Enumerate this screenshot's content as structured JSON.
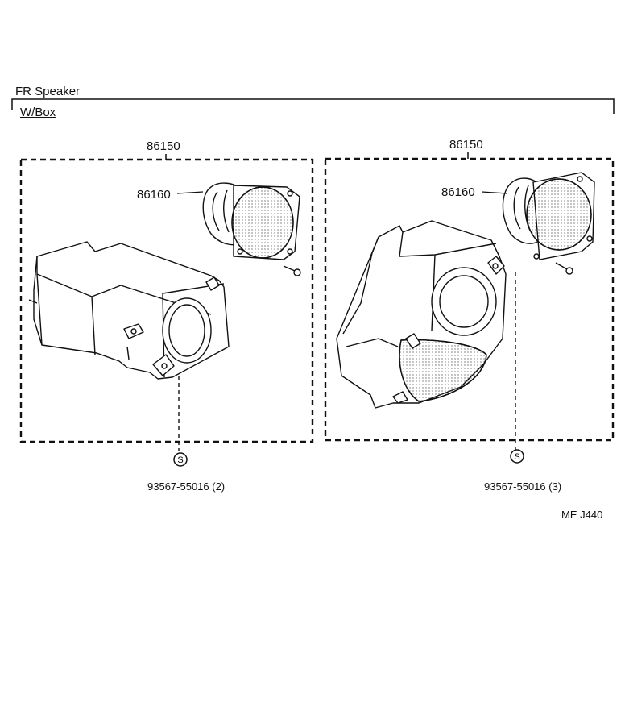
{
  "header": {
    "title": "FR Speaker",
    "subtitle": "W/Box"
  },
  "left_group": {
    "assembly_number": "86150",
    "speaker_number": "86160",
    "screw_part": "93567-55016 (2)",
    "screw_symbol": "S"
  },
  "right_group": {
    "assembly_number": "86150",
    "speaker_number": "86160",
    "screw_part": "93567-55016 (3)",
    "screw_symbol": "S"
  },
  "footer": {
    "code": "ME  J440"
  },
  "icons": [
    "speaker-unit-icon",
    "speaker-box-icon",
    "screw-icon"
  ]
}
